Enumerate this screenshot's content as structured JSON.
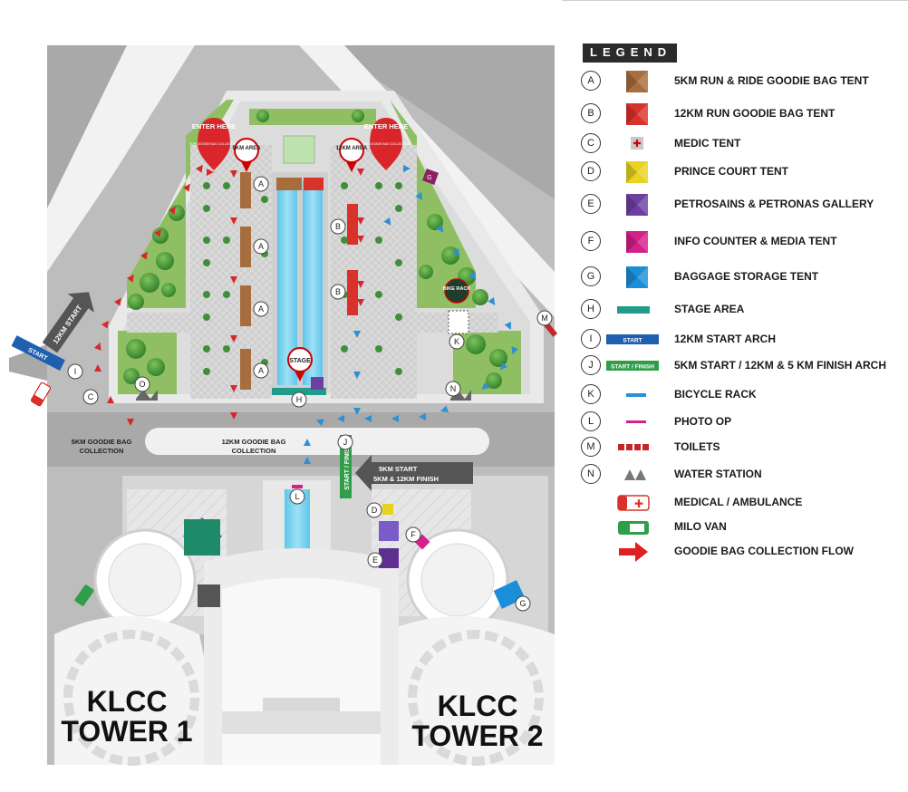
{
  "legend": {
    "title": "LEGEND",
    "items": [
      {
        "key": "A",
        "label": "5KM RUN & RIDE GOODIE BAG TENT",
        "color": "#a86d3d",
        "icon": "tent-icon"
      },
      {
        "key": "B",
        "label": "12KM RUN GOODIE BAG TENT",
        "color": "#d8322a",
        "icon": "tent-icon"
      },
      {
        "key": "C",
        "label": "MEDIC TENT",
        "color": "#c8c8c8",
        "icon": "medic-tent-icon"
      },
      {
        "key": "D",
        "label": "PRINCE COURT TENT",
        "color": "#e8d320",
        "icon": "tent-icon"
      },
      {
        "key": "E",
        "label": "PETROSAINS & PETRONAS GALLERY",
        "color": "#6e3fa3",
        "icon": "tent-icon"
      },
      {
        "key": "F",
        "label": "INFO COUNTER & MEDIA TENT",
        "color": "#d4208a",
        "icon": "tent-icon"
      },
      {
        "key": "G",
        "label": "BAGGAGE STORAGE TENT",
        "color": "#1a8ed8",
        "icon": "tent-icon"
      },
      {
        "key": "H",
        "label": "STAGE AREA",
        "color": "#1f9c8a",
        "icon": "stage-icon"
      },
      {
        "key": "I",
        "label": "12KM START ARCH",
        "color": "#1f5fb0",
        "icon": "arch-icon",
        "symbol_text": "START"
      },
      {
        "key": "J",
        "label": "5KM START / 12KM & 5 KM FINISH ARCH",
        "color": "#2e9e48",
        "icon": "arch-icon",
        "symbol_text": "START / FINISH"
      },
      {
        "key": "K",
        "label": "BICYCLE RACK",
        "color": "#2d8fd6",
        "icon": "bicycle-rack-icon"
      },
      {
        "key": "L",
        "label": "PHOTO OP",
        "color": "#d4208a",
        "icon": "photo-op-icon"
      },
      {
        "key": "M",
        "label": "TOILETS",
        "color": "#c0282a",
        "icon": "toilets-icon"
      },
      {
        "key": "N",
        "label": "WATER STATION",
        "color": "#777777",
        "icon": "water-station-icon"
      },
      {
        "key": "",
        "label": "MEDICAL / AMBULANCE",
        "color": "#d8322a",
        "icon": "ambulance-icon"
      },
      {
        "key": "",
        "label": "MILO VAN",
        "color": "#2e9e48",
        "icon": "milo-van-icon"
      },
      {
        "key": "",
        "label": "GOODIE BAG COLLECTION FLOW",
        "color": "#e02020",
        "icon": "arrow-right-icon"
      }
    ]
  },
  "map": {
    "enter_here": "ENTER HERE",
    "enter_here_sub": "FOR GOODIE BAG COLLECTION",
    "area_5km": "5KM AREA",
    "area_12km": "12KM AREA",
    "stage": "STAGE",
    "bike_rack": "BIKE RACK",
    "start_label": "START",
    "start_12km": "12KM START",
    "start_finish": "START / FINISH",
    "start_5km_line1": "5KM START",
    "start_5km_line2": "5KM & 12KM FINISH",
    "goodie_5km_line1": "5KM GOODIE BAG",
    "goodie_5km_line2": "COLLECTION",
    "goodie_12km_line1": "12KM GOODIE BAG",
    "goodie_12km_line2": "COLLECTION",
    "tower1_line1": "KLCC",
    "tower1_line2": "TOWER 1",
    "tower2_line1": "KLCC",
    "tower2_line2": "TOWER 2",
    "markers": {
      "A": "A",
      "B": "B",
      "C": "C",
      "D": "D",
      "E": "E",
      "F": "F",
      "G": "G",
      "H": "H",
      "I": "I",
      "J": "J",
      "K": "K",
      "L": "L",
      "M": "M",
      "N": "N",
      "O": "O"
    }
  }
}
